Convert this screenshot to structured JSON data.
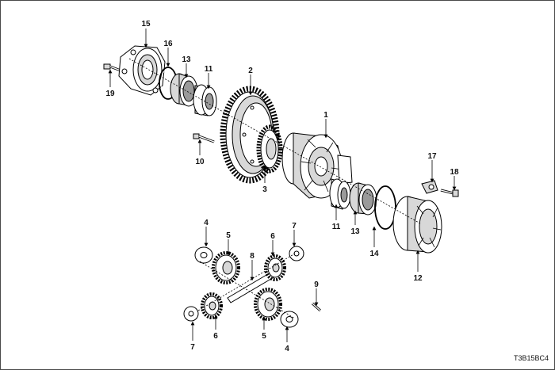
{
  "figure_code": "T3B15BC4",
  "callouts": {
    "c1": "1",
    "c2": "2",
    "c3": "3",
    "c4a": "4",
    "c4b": "4",
    "c5a": "5",
    "c5b": "5",
    "c6a": "6",
    "c6b": "6",
    "c7a": "7",
    "c7b": "7",
    "c8": "8",
    "c9": "9",
    "c10": "10",
    "c11a": "11",
    "c11b": "11",
    "c12": "12",
    "c13a": "13",
    "c13b": "13",
    "c14": "14",
    "c15": "15",
    "c16": "16",
    "c17": "17",
    "c18": "18",
    "c19": "19"
  }
}
